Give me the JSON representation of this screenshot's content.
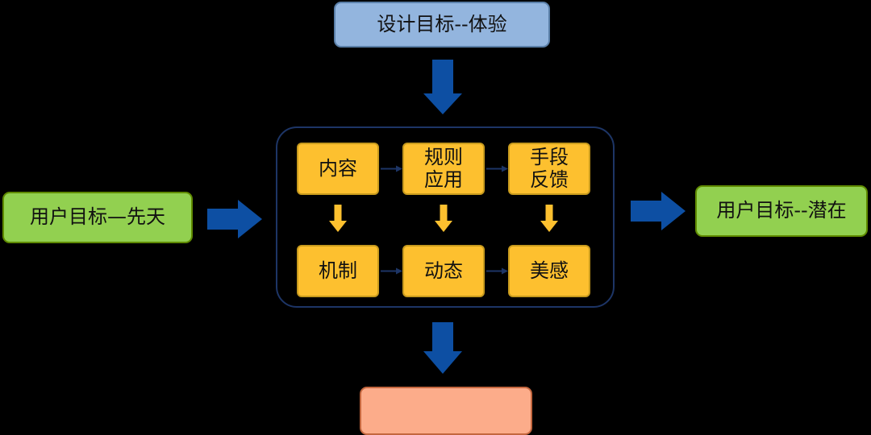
{
  "colors": {
    "background": "#000000",
    "top_box": "#93b5de",
    "goal_box": "#92d050",
    "inner_box": "#fdc02f",
    "bottom_box": "#fcac8a",
    "big_arrow": "#0d4fa3",
    "small_arrow": "#fdc02f",
    "connector": "#1d3566"
  },
  "nodes": {
    "top": "设计目标--体验",
    "left": "用户目标—先天",
    "right": "用户目标--潜在",
    "bottom": "",
    "grid": [
      {
        "id": "content",
        "text": "内容",
        "row": 1,
        "col": 1,
        "icon": "none"
      },
      {
        "id": "rules",
        "text": "规则\n应用",
        "row": 1,
        "col": 2,
        "icon": "none"
      },
      {
        "id": "feedback",
        "text": "手段\n反馈",
        "row": 1,
        "col": 3,
        "icon": "none"
      },
      {
        "id": "mechanism",
        "text": "机制",
        "row": 2,
        "col": 1,
        "icon": "none"
      },
      {
        "id": "dynamics",
        "text": "动态",
        "row": 2,
        "col": 2,
        "icon": "none"
      },
      {
        "id": "aesthetics",
        "text": "美感",
        "row": 2,
        "col": 3,
        "icon": "none"
      }
    ]
  },
  "edges": [
    {
      "from": "top",
      "to": "framework",
      "style": "block-arrow-down"
    },
    {
      "from": "left",
      "to": "framework",
      "style": "block-arrow-right"
    },
    {
      "from": "framework",
      "to": "right",
      "style": "block-arrow-right"
    },
    {
      "from": "framework",
      "to": "bottom",
      "style": "block-arrow-down"
    },
    {
      "from": "content",
      "to": "rules",
      "style": "thin-arrow"
    },
    {
      "from": "rules",
      "to": "feedback",
      "style": "thin-arrow"
    },
    {
      "from": "mechanism",
      "to": "dynamics",
      "style": "thin-arrow"
    },
    {
      "from": "dynamics",
      "to": "aesthetics",
      "style": "thin-arrow"
    },
    {
      "from": "content",
      "to": "mechanism",
      "style": "yellow-arrow-down"
    },
    {
      "from": "rules",
      "to": "dynamics",
      "style": "yellow-arrow-down"
    },
    {
      "from": "feedback",
      "to": "aesthetics",
      "style": "yellow-arrow-down"
    }
  ]
}
